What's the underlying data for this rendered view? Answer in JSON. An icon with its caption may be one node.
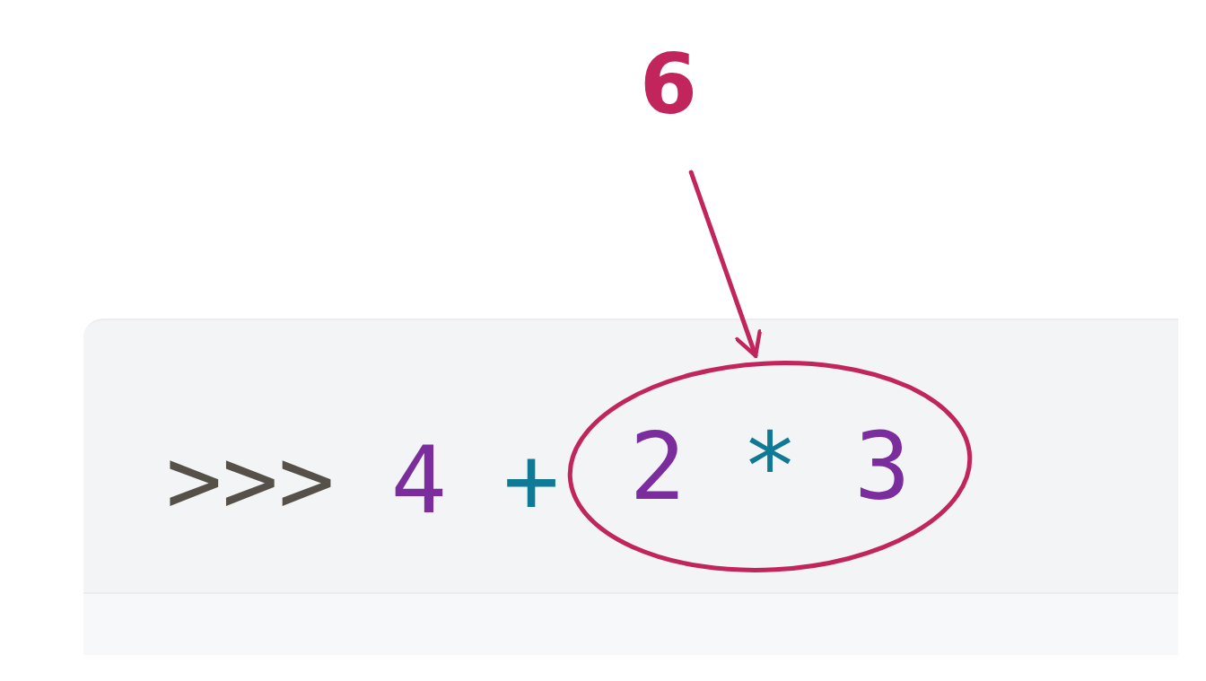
{
  "diagram": {
    "nodes": [
      {
        "text": [
          "6"
        ]
      },
      {
        "text": [
          ">>> 4 +"
        ]
      },
      {
        "text": [
          "2 * 3"
        ],
        "in": 1
      }
    ],
    "edges": [
      {
        "from": 0,
        "to": 2,
        "arrow": "to"
      }
    ]
  }
}
